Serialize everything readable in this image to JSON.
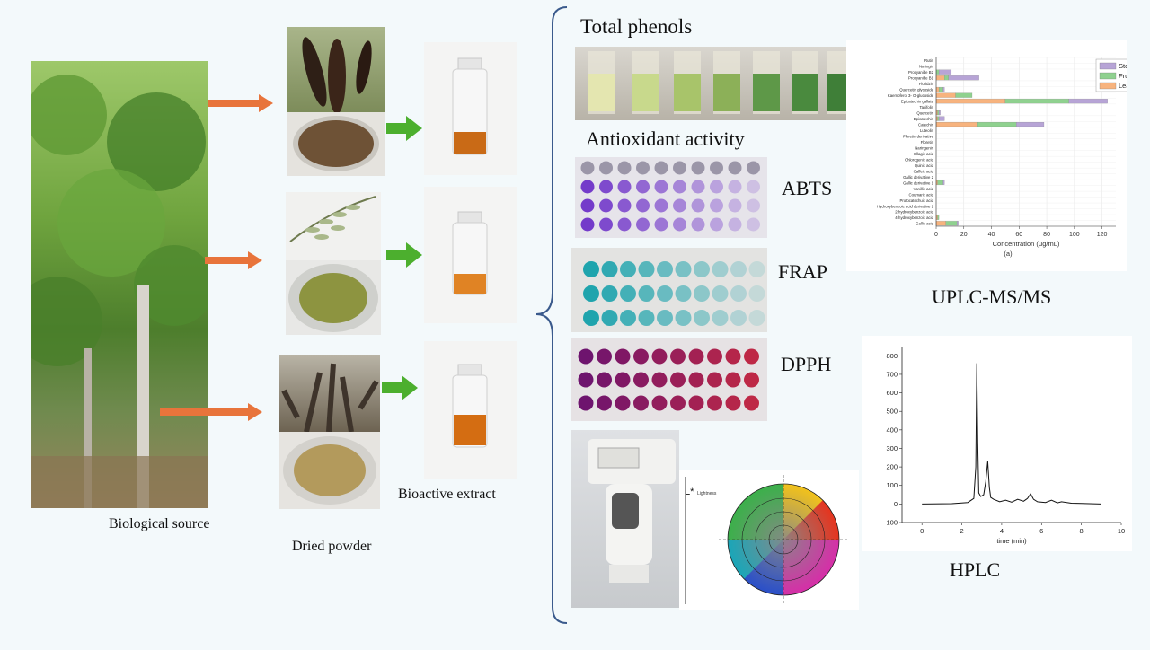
{
  "labels": {
    "biological_source": "Biological source",
    "dried_powder": "Dried powder",
    "bioactive_extract": "Bioactive extract",
    "total_phenols": "Total phenols",
    "antioxidant_activity": "Antioxidant activity",
    "abts": "ABTS",
    "frap": "FRAP",
    "dpph": "DPPH",
    "uplc": "UPLC-MS/MS",
    "hplc": "HPLC"
  },
  "colorimeter": {
    "l_label": "L*",
    "l_sub": "Lightness"
  },
  "colors": {
    "orange_arrow": "#e8743b",
    "green_arrow": "#4caf2e",
    "brace": "#3a5a8c",
    "stem": "#b7a4d6",
    "fruit": "#8fd18f",
    "leaf": "#f7b37e"
  },
  "chart_data": [
    {
      "type": "bar",
      "orientation": "horizontal",
      "stacked": true,
      "categories": [
        "Rutin",
        "Naringin",
        "Procyanide B2",
        "Procyanide B1",
        "Floridzin",
        "Quercetin glycoside",
        "Kaempferol 3- O-glucoside",
        "Epicatechin gallate",
        "Taxifolin",
        "Quercetin",
        "Epicatechin",
        "Catechin",
        "Luteolin",
        "Floretin derivative",
        "Floretin",
        "Naringenin",
        "Ellagic acid",
        "Chlorogenic acid",
        "Quinic acid",
        "Caffeic acid",
        "Gallic derivative 2",
        "Gallic derivative 1",
        "Vanillic acid",
        "Coumaric acid",
        "Protocatechuic acid",
        "Hydroxybenzoic acid derivative 1",
        "2-hydroxybenzoic acid",
        "4-hydroxybenzoic acid",
        "Gallic acid"
      ],
      "series": [
        {
          "name": "Leaf",
          "values": [
            0,
            0,
            0,
            6,
            0,
            2,
            14,
            50,
            0,
            1,
            1,
            30,
            0,
            0,
            0,
            0,
            0,
            0,
            0,
            0,
            0,
            1,
            0,
            0,
            0,
            0,
            0,
            1,
            7
          ]
        },
        {
          "name": "Fruit",
          "values": [
            0,
            0,
            2,
            3,
            0,
            3,
            12,
            46,
            0,
            1,
            1,
            28,
            0,
            0,
            0,
            0,
            0,
            0,
            0,
            0,
            0,
            4,
            0,
            0,
            0,
            0,
            0,
            1,
            8
          ]
        },
        {
          "name": "Stem",
          "values": [
            0,
            0,
            9,
            22,
            0,
            1,
            0,
            28,
            0,
            1,
            4,
            20,
            0,
            0,
            0,
            0,
            0,
            0,
            0,
            0,
            0,
            1,
            0,
            0,
            0,
            0,
            0,
            0,
            1
          ]
        }
      ],
      "xlabel": "Concentration (μg/mL)",
      "xlim": [
        0,
        130
      ],
      "xticks": [
        0,
        20,
        40,
        60,
        80,
        100,
        120
      ],
      "legend": "top-right",
      "panel_label": "(a)"
    },
    {
      "type": "line",
      "xlabel": "time (min)",
      "xlim": [
        -1,
        10
      ],
      "ylim": [
        -100,
        850
      ],
      "xticks": [
        0,
        2,
        4,
        6,
        8,
        10
      ],
      "yticks": [
        -100,
        0,
        100,
        200,
        300,
        400,
        500,
        600,
        700,
        800
      ],
      "x": [
        0,
        1.5,
        2.3,
        2.6,
        2.7,
        2.75,
        2.8,
        2.85,
        2.95,
        3.1,
        3.2,
        3.3,
        3.38,
        3.45,
        3.6,
        3.9,
        4.2,
        4.5,
        4.8,
        5.1,
        5.3,
        5.45,
        5.6,
        5.8,
        6.2,
        6.5,
        6.8,
        7.0,
        7.5,
        8,
        9
      ],
      "y": [
        0,
        2,
        8,
        30,
        200,
        760,
        330,
        60,
        40,
        50,
        120,
        230,
        90,
        35,
        25,
        12,
        20,
        10,
        25,
        15,
        30,
        55,
        25,
        12,
        8,
        20,
        6,
        12,
        4,
        3,
        0
      ]
    }
  ]
}
